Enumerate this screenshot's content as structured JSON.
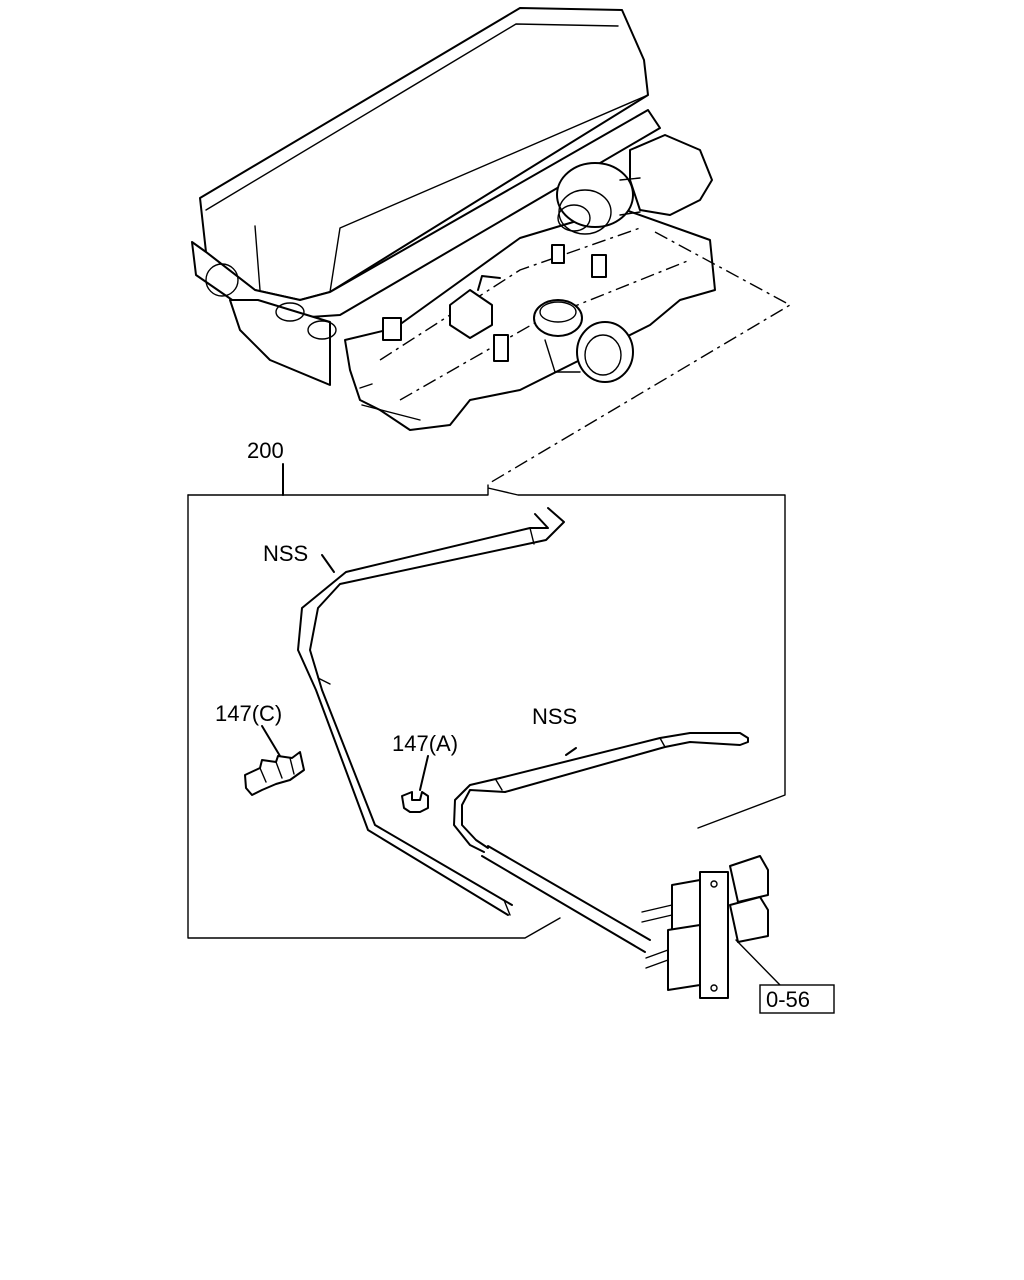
{
  "callouts": {
    "assembly": "200",
    "hose_upper": "NSS",
    "hose_lower": "NSS",
    "clip_c": "147(C)",
    "clip_a": "147(A)",
    "reference": "0-56"
  }
}
